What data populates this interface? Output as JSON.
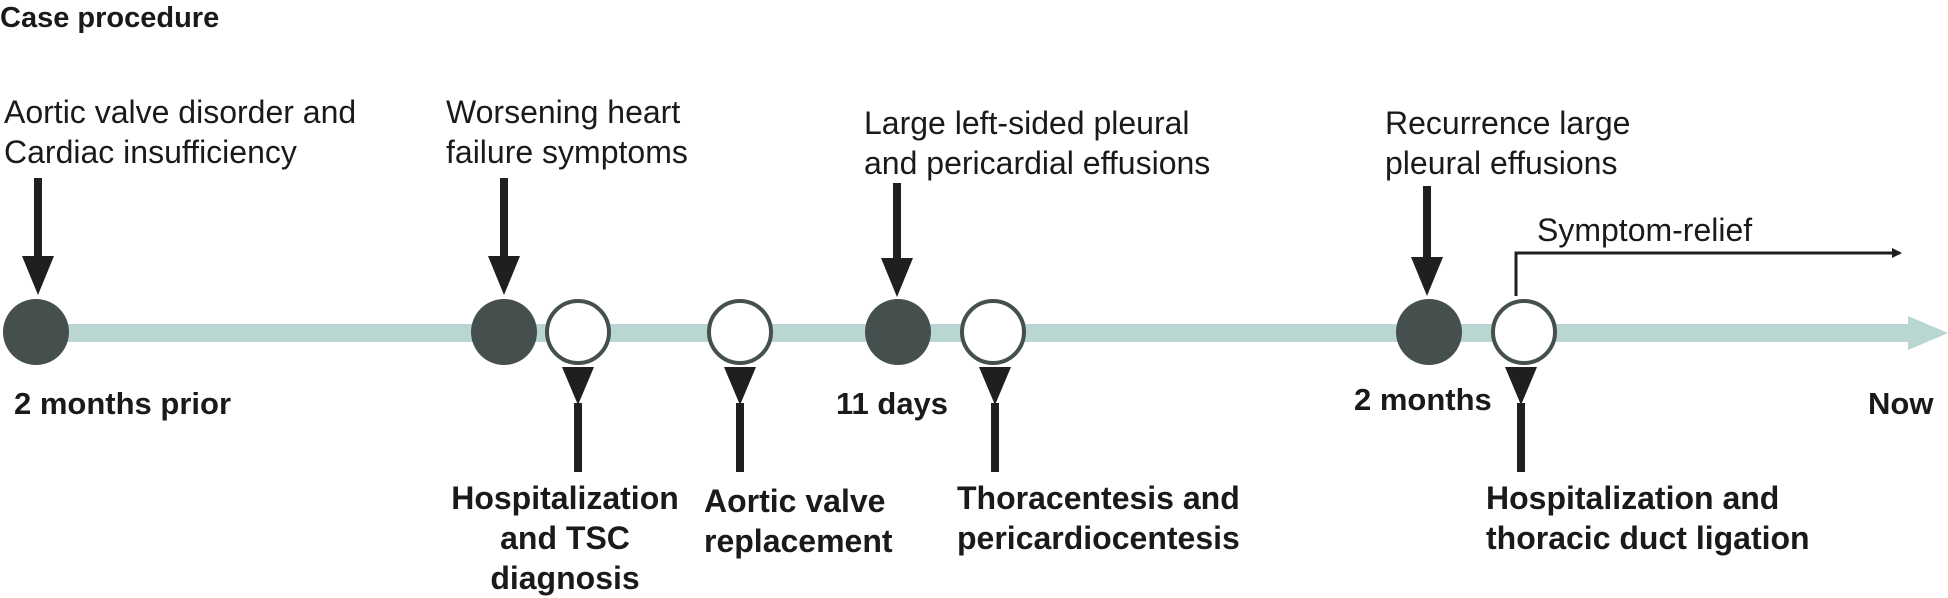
{
  "title": "Case procedure",
  "events_above": [
    {
      "line1": "Aortic valve disorder and",
      "line2": "Cardiac insufficiency"
    },
    {
      "line1": "Worsening heart",
      "line2": "failure symptoms"
    },
    {
      "line1": "Large left-sided pleural",
      "line2": "and pericardial effusions"
    },
    {
      "line1": "Recurrence large",
      "line2": "pleural effusions"
    }
  ],
  "procedures_below": [
    {
      "line1": "Hospitalization",
      "line2": "and TSC",
      "line3": "diagnosis"
    },
    {
      "line1": "Aortic valve",
      "line2": "replacement"
    },
    {
      "line1": "Thoracentesis and",
      "line2": "pericardiocentesis"
    },
    {
      "line1": "Hospitalization and",
      "line2": "thoracic duct ligation"
    }
  ],
  "time_labels": [
    "2 months prior",
    "11 days",
    "2 months",
    "Now"
  ],
  "outcome": "Symptom-relief",
  "colors": {
    "timeline": "#b9d6d3",
    "event_node": "#444f4e",
    "node_outline": "#444f4e",
    "arrow": "#1f1f1f"
  }
}
